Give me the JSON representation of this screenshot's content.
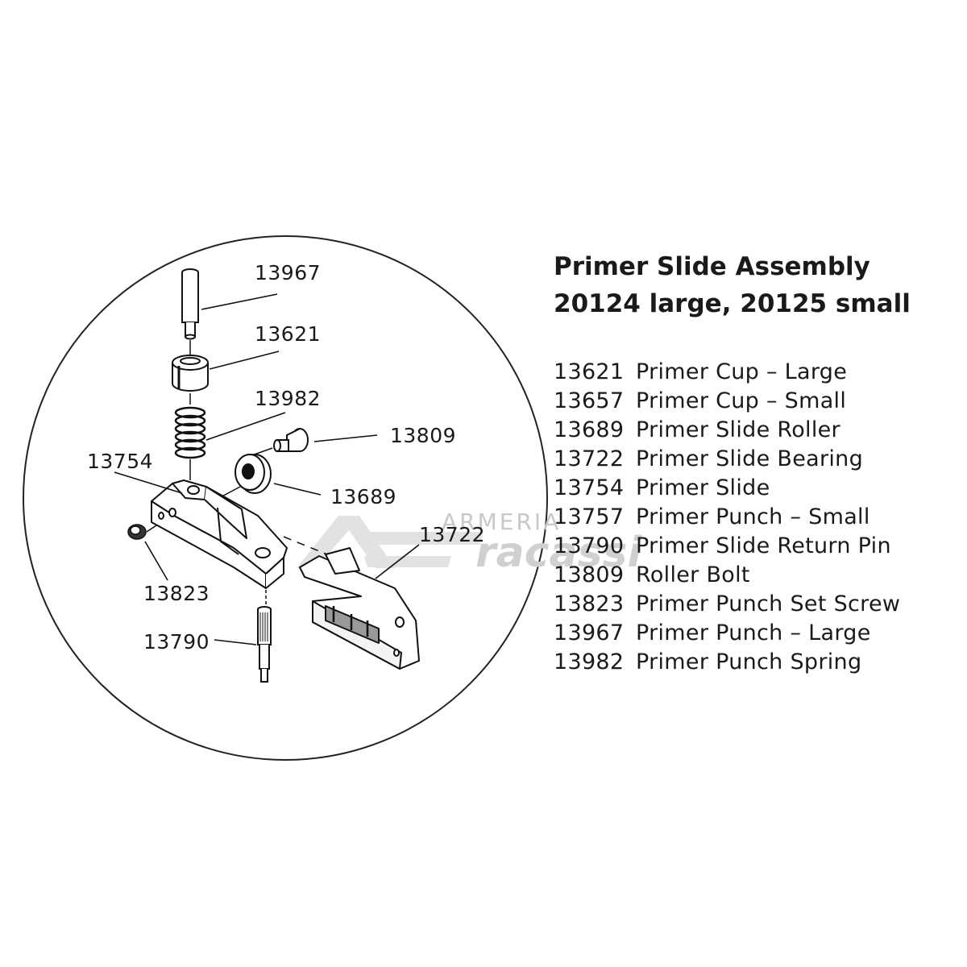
{
  "title": {
    "line1": "Primer Slide Assembly",
    "line2": "20124 large, 20125 small"
  },
  "parts": [
    {
      "number": "13621",
      "name": "Primer Cup – Large"
    },
    {
      "number": "13657",
      "name": "Primer Cup – Small"
    },
    {
      "number": "13689",
      "name": "Primer Slide Roller"
    },
    {
      "number": "13722",
      "name": "Primer Slide Bearing"
    },
    {
      "number": "13754",
      "name": "Primer Slide"
    },
    {
      "number": "13757",
      "name": "Primer Punch – Small"
    },
    {
      "number": "13790",
      "name": "Primer Slide Return Pin"
    },
    {
      "number": "13809",
      "name": "Roller Bolt"
    },
    {
      "number": "13823",
      "name": "Primer Punch Set Screw"
    },
    {
      "number": "13967",
      "name": "Primer Punch – Large"
    },
    {
      "number": "13982",
      "name": "Primer Punch Spring"
    }
  ],
  "callouts": {
    "c13967": "13967",
    "c13621": "13621",
    "c13982": "13982",
    "c13809": "13809",
    "c13754": "13754",
    "c13689": "13689",
    "c13722": "13722",
    "c13823": "13823",
    "c13790": "13790"
  },
  "watermark": {
    "line1": "ARMERIA",
    "line2": "racassi"
  }
}
